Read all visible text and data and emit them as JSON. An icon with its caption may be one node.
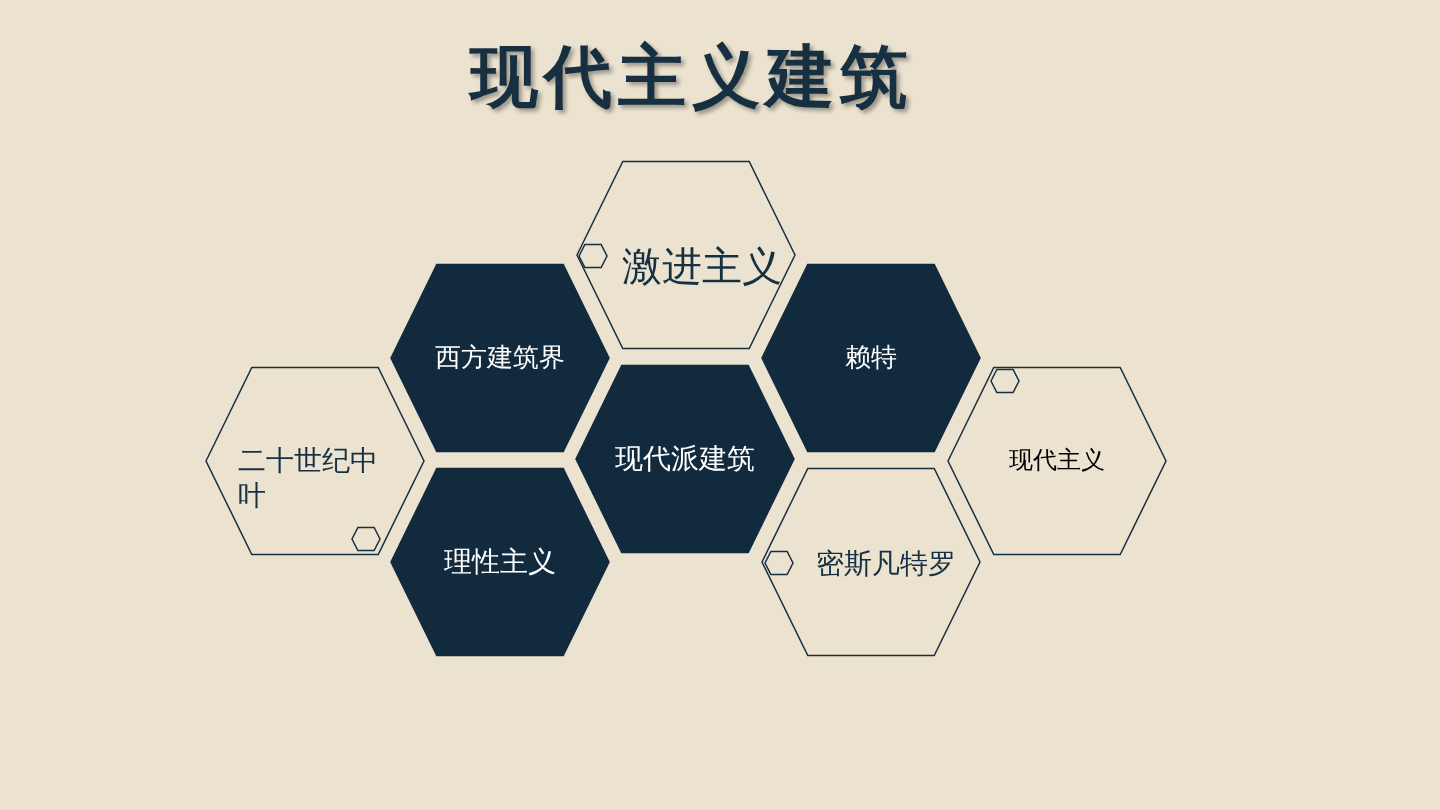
{
  "diagram": {
    "title": "现代主义建筑",
    "nodes": [
      {
        "text": [
          "激进主义"
        ]
      },
      {
        "text": [],
        "shape": "hexagon",
        "in": 0
      },
      {
        "text": [
          "西方建筑界"
        ]
      },
      {
        "text": [
          "赖特"
        ]
      },
      {
        "text": [
          "二十世纪中叶"
        ]
      },
      {
        "text": [],
        "shape": "hexagon",
        "in": 4
      },
      {
        "text": [
          "现代派建筑"
        ]
      },
      {
        "text": [
          "现代主义"
        ]
      },
      {
        "text": [],
        "shape": "hexagon",
        "in": 7
      },
      {
        "text": [
          "理性主义"
        ]
      },
      {
        "text": [
          "密斯凡特罗"
        ]
      },
      {
        "text": [],
        "shape": "hexagon",
        "in": 10
      }
    ],
    "edges": []
  }
}
